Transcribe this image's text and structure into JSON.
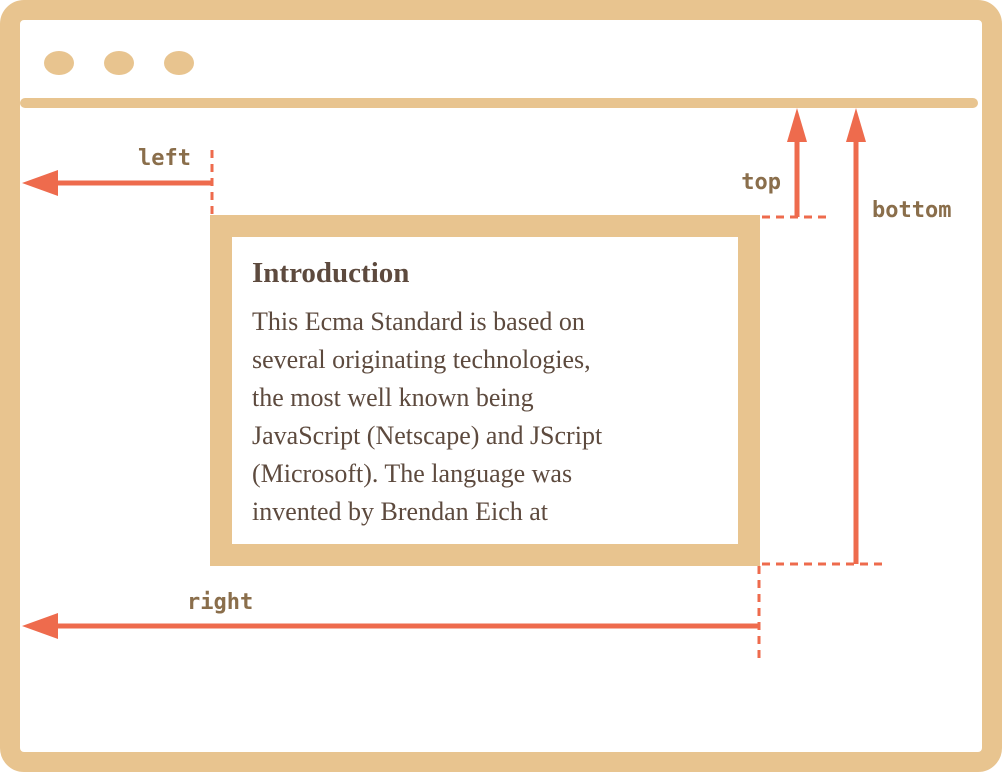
{
  "colors": {
    "frame": "#E8C48F",
    "arrow": "#EE6B4D",
    "label": "#8A6E4B",
    "text": "#5D4A3E",
    "background": "#FFFFFF"
  },
  "window": {
    "controls": [
      "dot",
      "dot",
      "dot"
    ]
  },
  "labels": {
    "left": "left",
    "top": "top",
    "bottom": "bottom",
    "right": "right"
  },
  "card": {
    "title": "Introduction",
    "lines": [
      "This Ecma Standard is based on",
      "several originating technologies,",
      "the most well known being",
      "JavaScript (Netscape) and JScript",
      "(Microsoft). The language was",
      "invented by Brendan Eich at"
    ]
  }
}
